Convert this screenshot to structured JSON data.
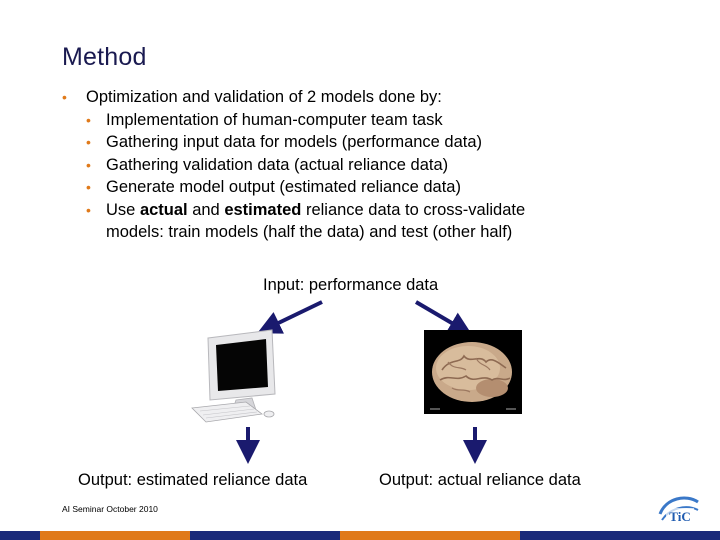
{
  "slide": {
    "title": "Method",
    "bullets": {
      "main": "Optimization and validation of 2 models done by:",
      "items": [
        "Implementation of human-computer team task",
        "Gathering input data for models (performance data)",
        "Gathering validation data (actual reliance data)",
        "Generate model output (estimated reliance data)"
      ],
      "last": {
        "pre": "Use ",
        "bold1": "actual",
        "mid": " and ",
        "bold2": "estimated",
        "post": " reliance data to cross-validate",
        "cont": "models: train models (half the data) and test (other half)"
      }
    },
    "diagram": {
      "input_label": "Input: performance data",
      "output_left": "Output: estimated reliance data",
      "output_right": "Output: actual reliance data",
      "left_image": "computer-icon",
      "right_image": "brain-photo"
    },
    "footer": "AI Seminar October 2010",
    "colors": {
      "title": "#1a1a50",
      "bullet": "#e07a1a",
      "arrow": "#1a1a6e",
      "bar": [
        "#1a2a7a",
        "#e07a1a",
        "#1a2a7a",
        "#e07a1a"
      ]
    }
  }
}
